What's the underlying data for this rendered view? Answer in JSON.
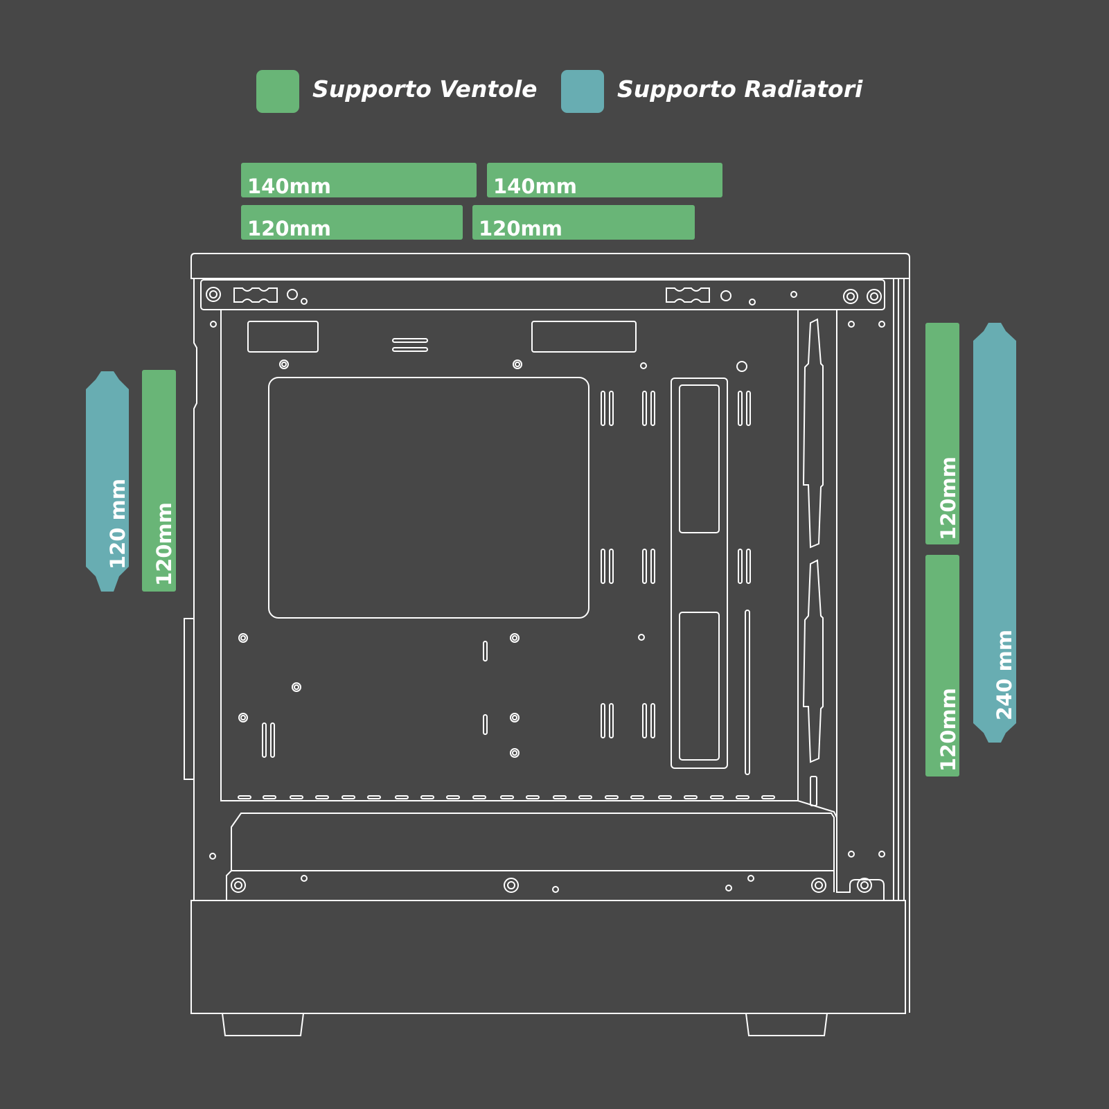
{
  "legend": {
    "fans": {
      "label": "Supporto Ventole",
      "color": "#69b577"
    },
    "radiators": {
      "label": "Supporto Radiatori",
      "color": "#68adb2"
    }
  },
  "top": {
    "fan_140_left": "140mm",
    "fan_140_right": "140mm",
    "fan_120_left": "120mm",
    "fan_120_right": "120mm"
  },
  "rear": {
    "radiator": "120 mm",
    "fan": "120mm"
  },
  "front": {
    "fan_top": "120mm",
    "fan_bottom": "120mm",
    "radiator": "240 mm"
  },
  "colors": {
    "background": "#474747",
    "outline": "#ffffff"
  }
}
